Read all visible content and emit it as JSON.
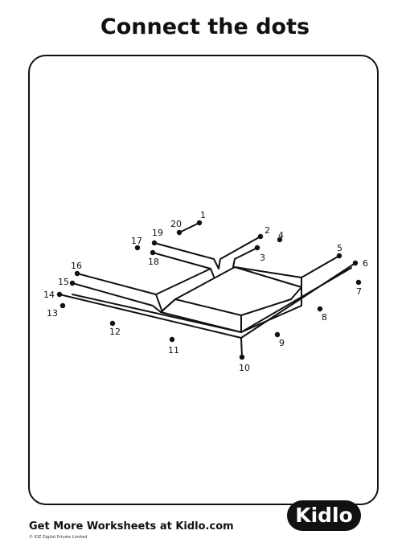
{
  "title": "Connect the dots",
  "footer": {
    "text": "Get More Worksheets at Kidlo.com",
    "copyright": "© IDZ Digital Private Limited",
    "logo": "Kidlo"
  },
  "dots": [
    {
      "label": "1"
    },
    {
      "label": "2"
    },
    {
      "label": "3"
    },
    {
      "label": "4"
    },
    {
      "label": "5"
    },
    {
      "label": "6"
    },
    {
      "label": "7"
    },
    {
      "label": "8"
    },
    {
      "label": "9"
    },
    {
      "label": "10"
    },
    {
      "label": "11"
    },
    {
      "label": "12"
    },
    {
      "label": "13"
    },
    {
      "label": "14"
    },
    {
      "label": "15"
    },
    {
      "label": "16"
    },
    {
      "label": "17"
    },
    {
      "label": "18"
    },
    {
      "label": "19"
    },
    {
      "label": "20"
    }
  ]
}
